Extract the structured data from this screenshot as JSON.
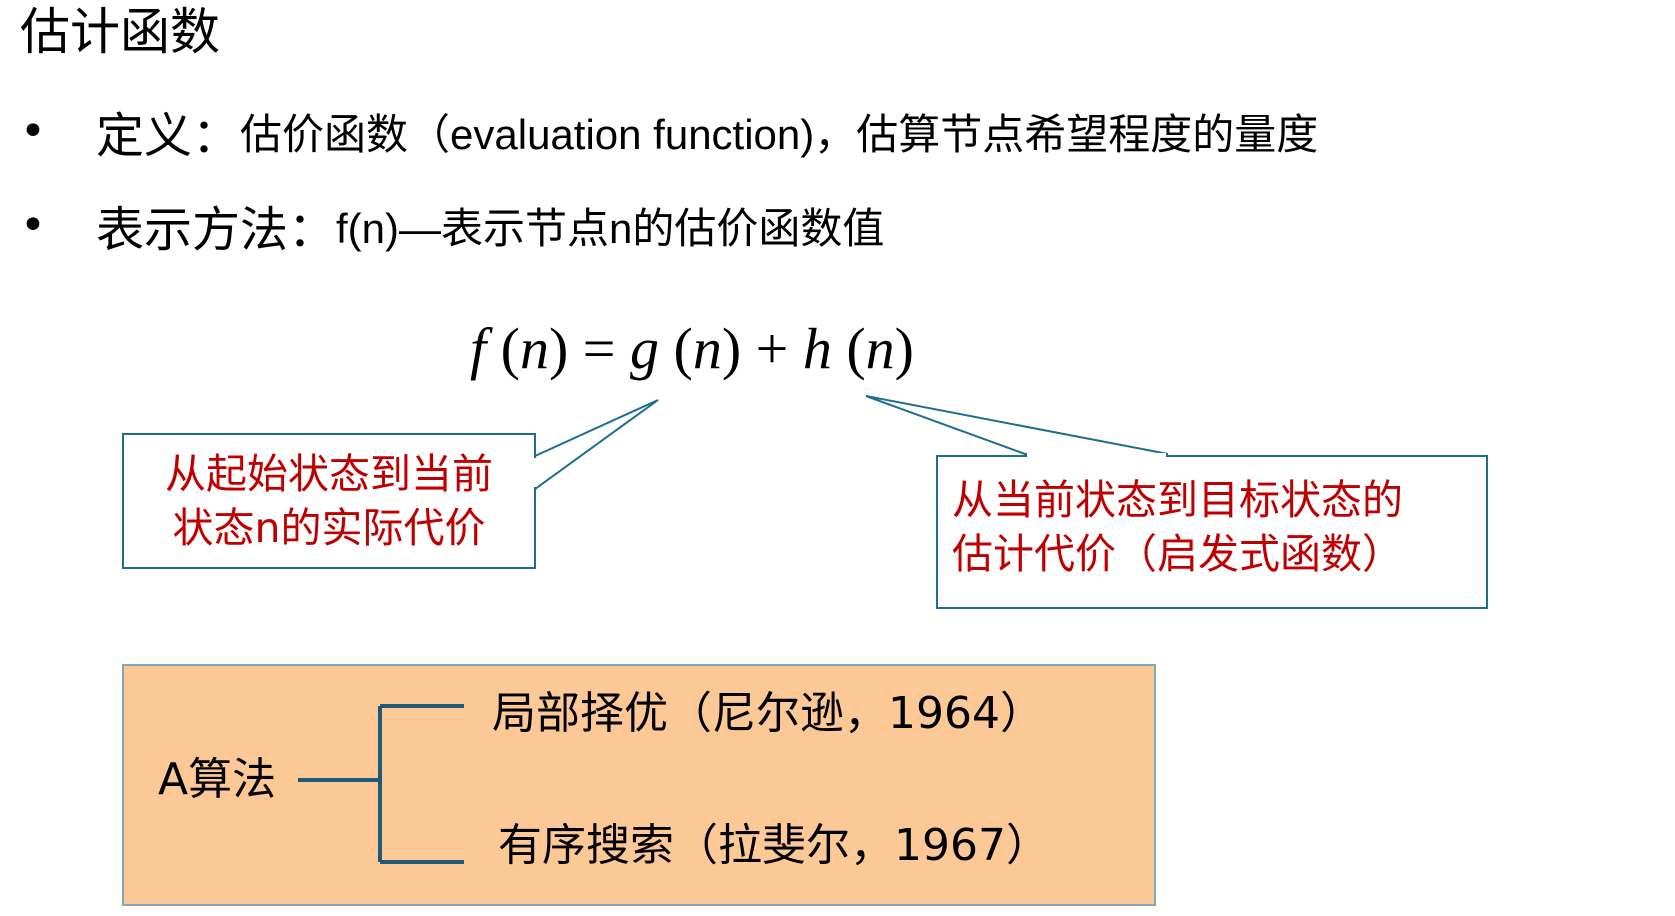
{
  "slide": {
    "title": "估计函数",
    "bullets": [
      {
        "label": "定义：",
        "text": "估价函数（evaluation function)，估算节点希望程度的量度"
      },
      {
        "label": "表示方法：",
        "text": "f(n)—表示节点n的估价函数值"
      }
    ]
  },
  "formula": {
    "f": "f",
    "g": "g",
    "h": "h",
    "n": "n"
  },
  "callouts": {
    "left": [
      "从起始状态到当前",
      "状态n的实际代价"
    ],
    "right": [
      "从当前状态到目标状态的",
      "估计代价（启发式函数）"
    ]
  },
  "algorithm": {
    "name": "A算法",
    "branches": [
      "局部择优（尼尔逊，1964）",
      "有序搜索（拉斐尔，1967）"
    ]
  },
  "colors": {
    "callout_text": "#c00000",
    "callout_border": "#1e6e8e",
    "algo_fill": "#fcc896",
    "bracket_line": "#1e5a78"
  }
}
